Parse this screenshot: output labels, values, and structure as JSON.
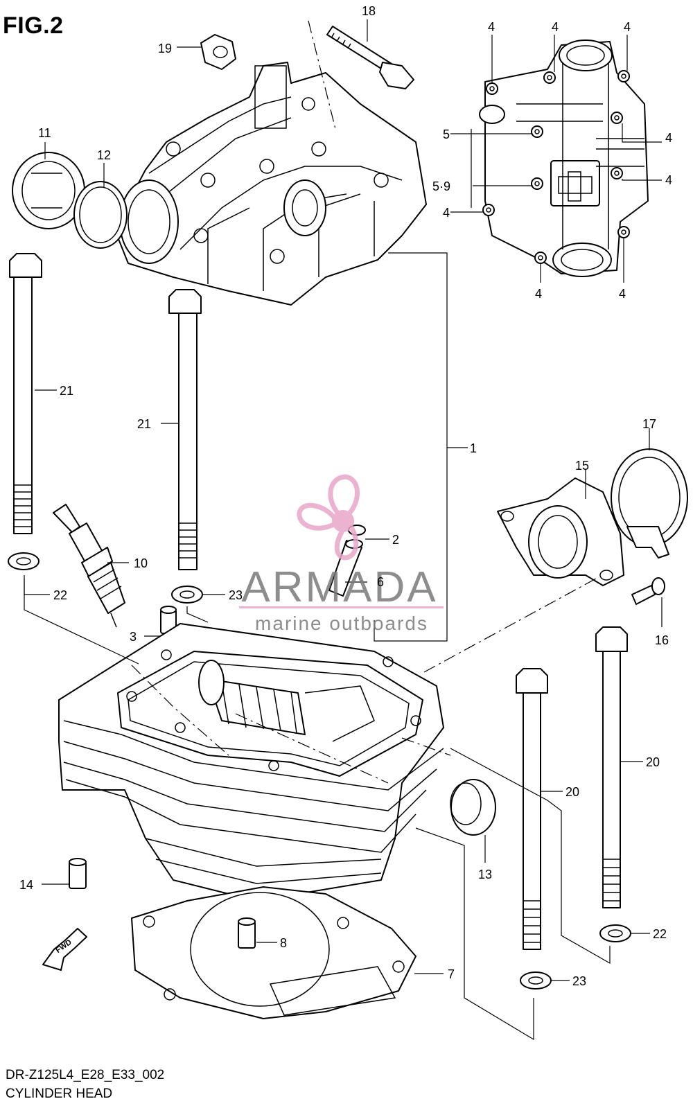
{
  "figure": {
    "title": "FIG.2",
    "code": "DR-Z125L4_E28_E33_002",
    "caption": "CYLINDER HEAD"
  },
  "watermark": {
    "brand": "ARMADA",
    "tagline": "marine outboards",
    "color": "#e9a6c9"
  },
  "fwd_label": "FWD",
  "callouts": [
    "18",
    "19",
    "4",
    "4",
    "4",
    "11",
    "12",
    "5",
    "4",
    "5·9",
    "4",
    "4",
    "4",
    "4",
    "21",
    "21",
    "1",
    "2",
    "6",
    "10",
    "22",
    "23",
    "3",
    "15",
    "17",
    "16",
    "20",
    "20",
    "13",
    "14",
    "8",
    "7",
    "22",
    "23"
  ],
  "colors": {
    "line": "#000000",
    "background": "#ffffff"
  }
}
